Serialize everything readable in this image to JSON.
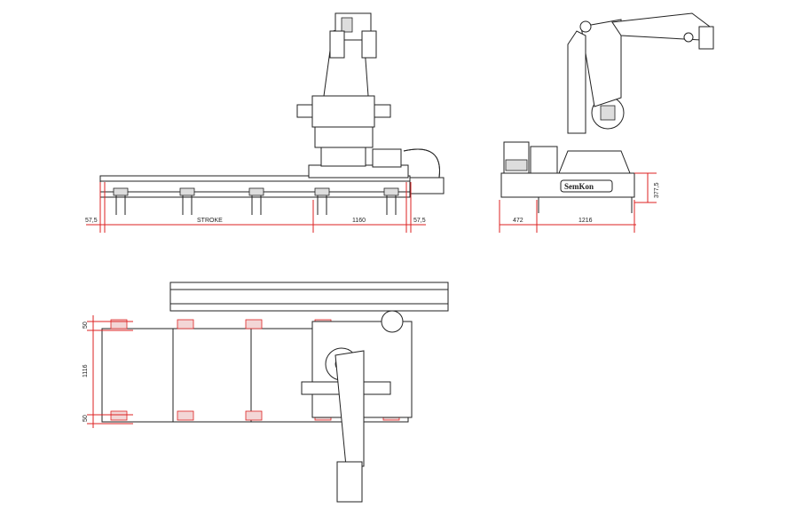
{
  "drawing": {
    "front_view": {
      "dimensions": {
        "left_margin": "57,5",
        "stroke": "STROKE",
        "carriage": "1160",
        "right_margin": "57,5"
      }
    },
    "side_view": {
      "logo_text": "SemKon",
      "dimensions": {
        "cabinet": "472",
        "base_width": "1216",
        "base_height": "377,5"
      }
    },
    "top_view": {
      "dimensions": {
        "top_offset": "50",
        "width": "1116",
        "bottom_offset": "50"
      }
    },
    "colors": {
      "lines": "#222222",
      "dimensions": "#dd2222"
    }
  }
}
